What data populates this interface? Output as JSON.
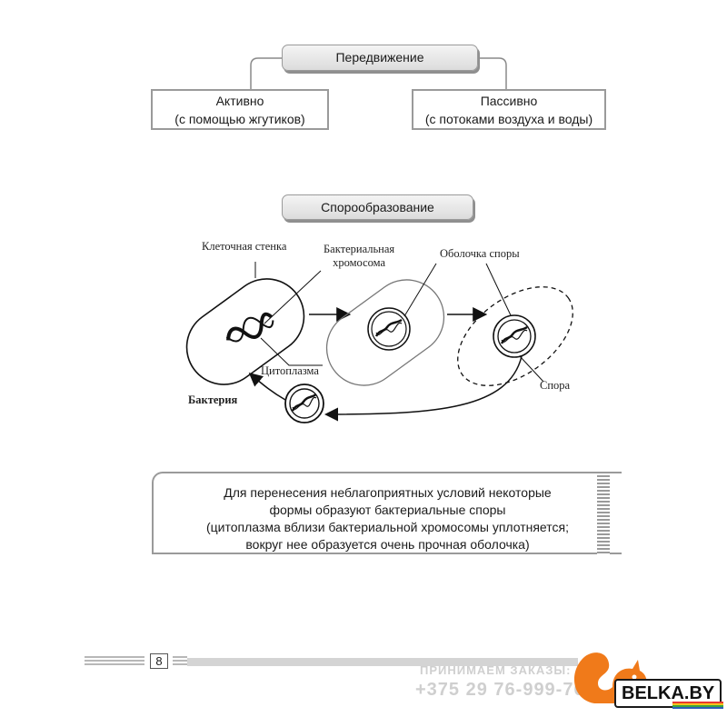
{
  "movement": {
    "title": "Передвижение",
    "active": {
      "line1": "Активно",
      "line2": "(с помощью жгутиков)"
    },
    "passive": {
      "line1": "Пассивно",
      "line2": "(с потоками воздуха и воды)"
    }
  },
  "spore": {
    "title": "Спорообразование",
    "labels": {
      "cell_wall": "Клеточная стенка",
      "chromosome_line1": "Бактериальная",
      "chromosome_line2": "хромосома",
      "spore_coat": "Оболочка споры",
      "cytoplasm": "Цитоплазма",
      "bacterium": "Бактерия",
      "spore": "Спора"
    }
  },
  "note": {
    "lines": [
      "Для перенесения неблагоприятных условий некоторые",
      "формы образуют бактериальные споры",
      "(цитоплазма вблизи бактериальной хромосомы уплотняется;",
      "вокруг нее образуется очень прочная оболочка)"
    ]
  },
  "footer": {
    "page_number": "8",
    "watermark_line1": "ПРИНИМАЕМ ЗАКАЗЫ:",
    "watermark_line2": "+375 29 76-999-76",
    "brand": "BELKA.BY"
  },
  "colors": {
    "brand_orange": "#f07a1a",
    "frame_gray": "#9a9a9a"
  }
}
